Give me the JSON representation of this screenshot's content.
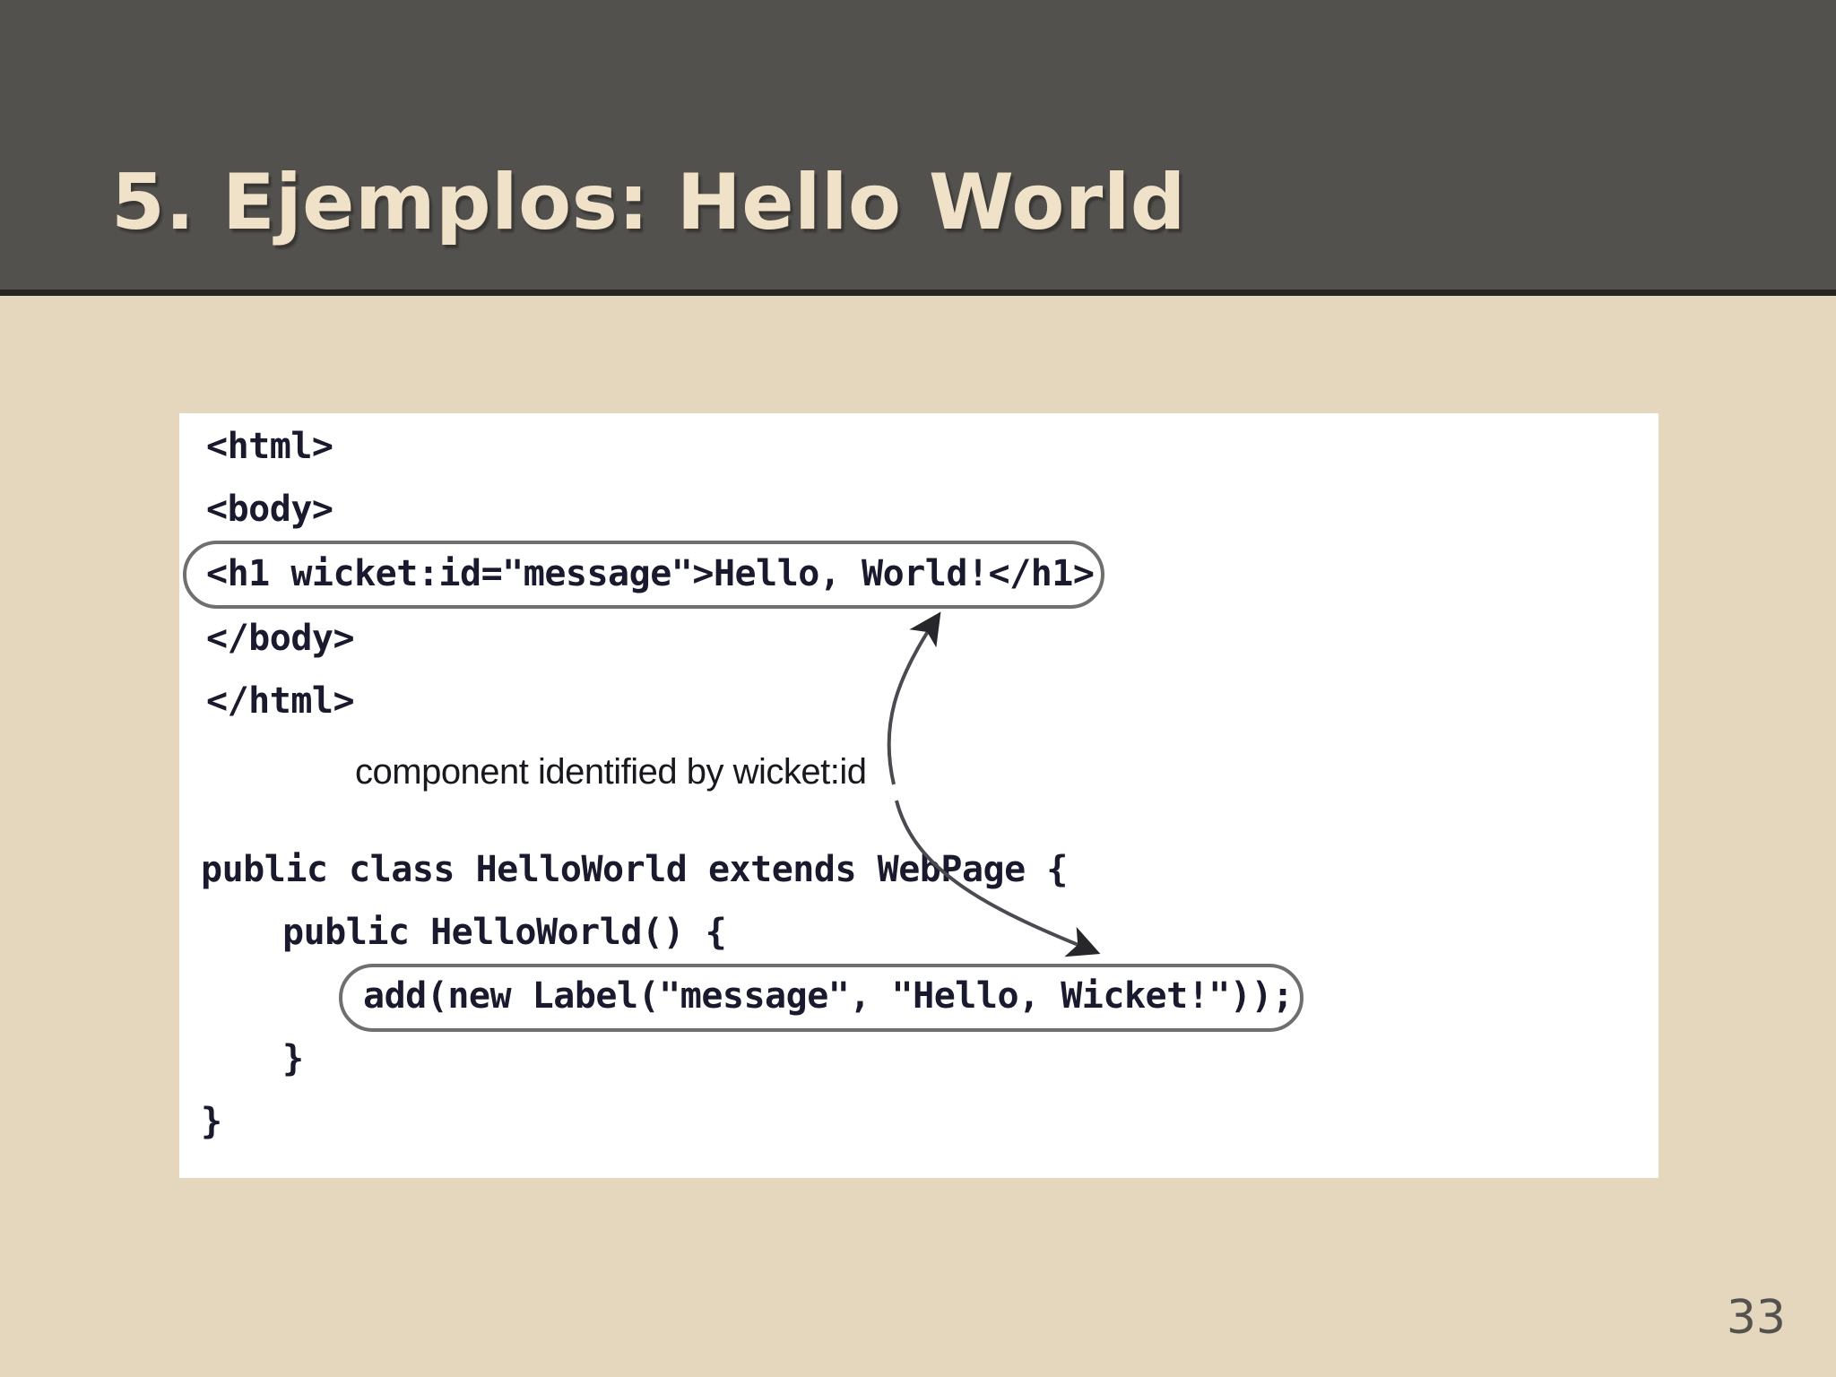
{
  "slide": {
    "title": "5. Ejemplos: Hello World",
    "page_number": "33",
    "colors": {
      "header_bg": "#53514e",
      "header_rule": "#262522",
      "title_text": "#f0e2c8",
      "body_bg": "#e4d7bd",
      "panel_bg": "#ffffff",
      "code_text": "#1a1a2e",
      "callout_border": "#6f6f6f",
      "page_number_text": "#55524e"
    }
  },
  "figure": {
    "markup_code": {
      "language": "html",
      "lines": [
        "<html>",
        "<body>",
        "<h1 wicket:id=\"message\">Hello, World!</h1>",
        "</body>",
        "</html>"
      ]
    },
    "java_code": {
      "language": "java",
      "lines": [
        "public class HelloWorld extends WebPage {",
        "public HelloWorld() {",
        "add(new Label(\"message\", \"Hello, Wicket!\"));",
        "}",
        "}"
      ]
    },
    "annotation": {
      "text": "component identified by wicket:id"
    },
    "highlighted_lines": [
      "<h1 wicket:id=\"message\">Hello, World!</h1>",
      "add(new Label(\"message\", \"Hello, Wicket!\"));"
    ]
  }
}
